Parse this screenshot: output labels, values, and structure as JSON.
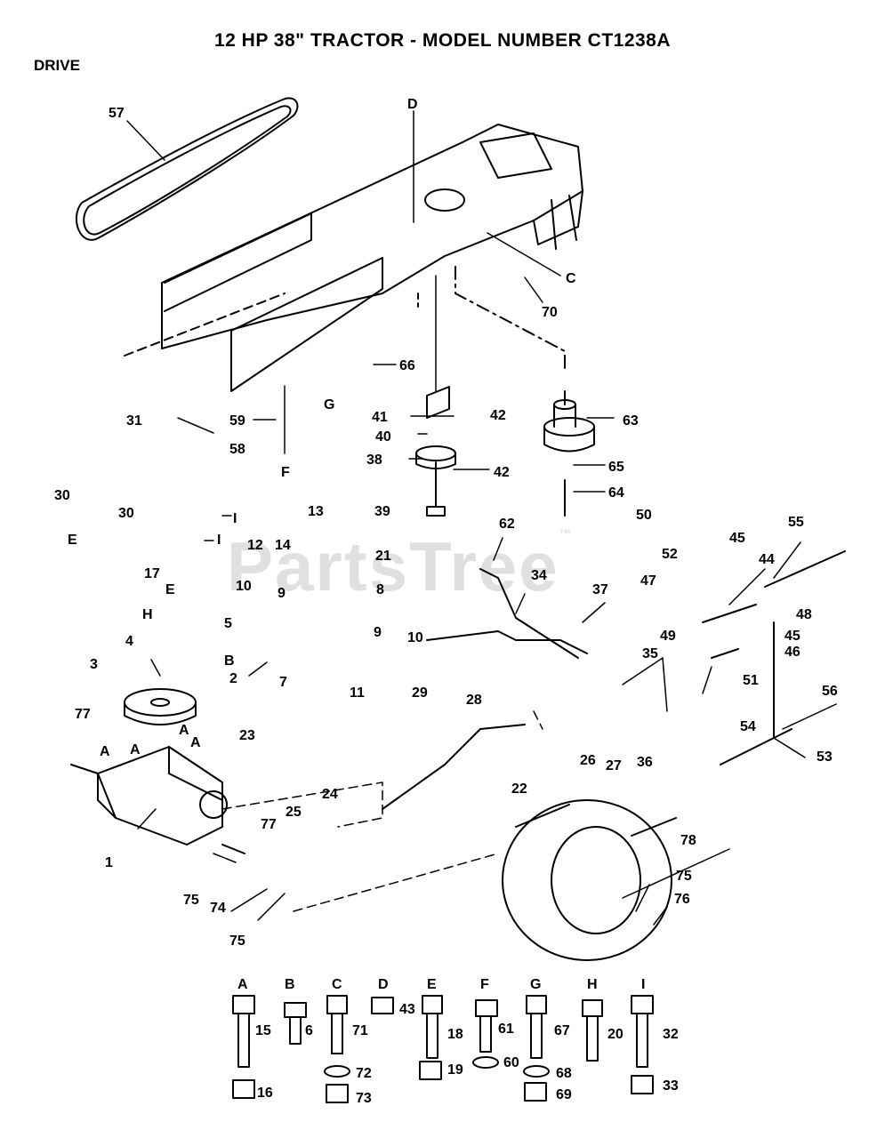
{
  "header": {
    "title": "12 HP 38\" TRACTOR - MODEL NUMBER CT1238A",
    "section": "DRIVE"
  },
  "watermark": {
    "text": "PartsTree",
    "tm": "™"
  },
  "callouts": {
    "p57": "57",
    "pD": "D",
    "pC": "C",
    "p70": "70",
    "p66": "66",
    "pG": "G",
    "p41": "41",
    "p42a": "42",
    "p40": "40",
    "p38": "38",
    "p42b": "42",
    "p39": "39",
    "p63": "63",
    "p65": "65",
    "p64": "64",
    "p31": "31",
    "p58": "58",
    "p59": "59",
    "pF": "F",
    "p30a": "30",
    "p30b": "30",
    "pIa": "I",
    "pIb": "I",
    "pE1": "E",
    "p17": "17",
    "pE2": "E",
    "pH": "H",
    "p5": "5",
    "pB": "B",
    "p13": "13",
    "p12": "12",
    "p14": "14",
    "p21": "21",
    "p10a": "10",
    "p9a": "9",
    "p8": "8",
    "p9b": "9",
    "p10b": "10",
    "p2": "2",
    "p7": "7",
    "p11": "11",
    "p4": "4",
    "p3": "3",
    "p77a": "77",
    "pAa": "A",
    "pAb": "A",
    "pAc": "A",
    "pAd": "A",
    "p23": "23",
    "p24": "24",
    "p25": "25",
    "p1": "1",
    "p77b": "77",
    "p75a": "75",
    "p74": "74",
    "p75b": "75",
    "p62": "62",
    "p34": "34",
    "p37": "37",
    "p29": "29",
    "p28": "28",
    "p22": "22",
    "p35": "35",
    "p26": "26",
    "p27": "27",
    "p36": "36",
    "p50": "50",
    "p52": "52",
    "p47": "47",
    "p45a": "45",
    "p44": "44",
    "p55": "55",
    "p48": "48",
    "p49": "49",
    "p45b": "45",
    "p46": "46",
    "p51": "51",
    "p56": "56",
    "p54": "54",
    "p53": "53",
    "p78": "78",
    "p75c": "75",
    "p76": "76"
  },
  "hardware": [
    {
      "key": "A",
      "bolt": "15",
      "nut": "16"
    },
    {
      "key": "B",
      "bolt": "6"
    },
    {
      "key": "C",
      "bolt": "71",
      "washer": "72",
      "nut": "73"
    },
    {
      "key": "D",
      "nut": "43"
    },
    {
      "key": "E",
      "bolt": "18",
      "nut": "19"
    },
    {
      "key": "F",
      "bolt": "61",
      "washer": "60"
    },
    {
      "key": "G",
      "bolt": "67",
      "washer": "68",
      "nut": "69"
    },
    {
      "key": "H",
      "bolt": "20"
    },
    {
      "key": "I",
      "bolt": "32",
      "nut": "33"
    }
  ]
}
